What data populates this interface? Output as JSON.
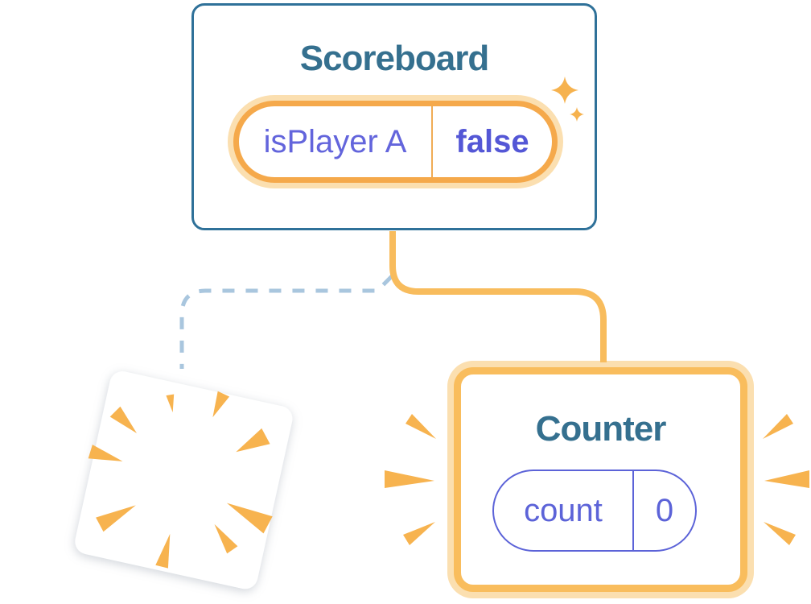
{
  "scoreboard": {
    "title": "Scoreboard",
    "state": {
      "name": "isPlayer A",
      "value": "false"
    }
  },
  "counter": {
    "title": "Counter",
    "state": {
      "name": "count",
      "value": "0"
    }
  },
  "icons": {
    "sparkle": "sparkle-icon",
    "explosion_rays": "explosion-ray-icon",
    "emphasis_rays": "emphasis-ray-icon"
  },
  "colors": {
    "card_border_teal": "#2F7199",
    "title_teal": "#35708F",
    "connector_orange": "#F8BC5D",
    "orange_glow": "#FBDFB0",
    "pill_ring_orange": "#F5A94B",
    "state_purple": "#5C63D8",
    "state_purple_bold": "#5457D6",
    "destroyed_connector_blue": "#A9C6DE",
    "burst_orange": "#F7B34F",
    "background": "#FFFFFF"
  }
}
